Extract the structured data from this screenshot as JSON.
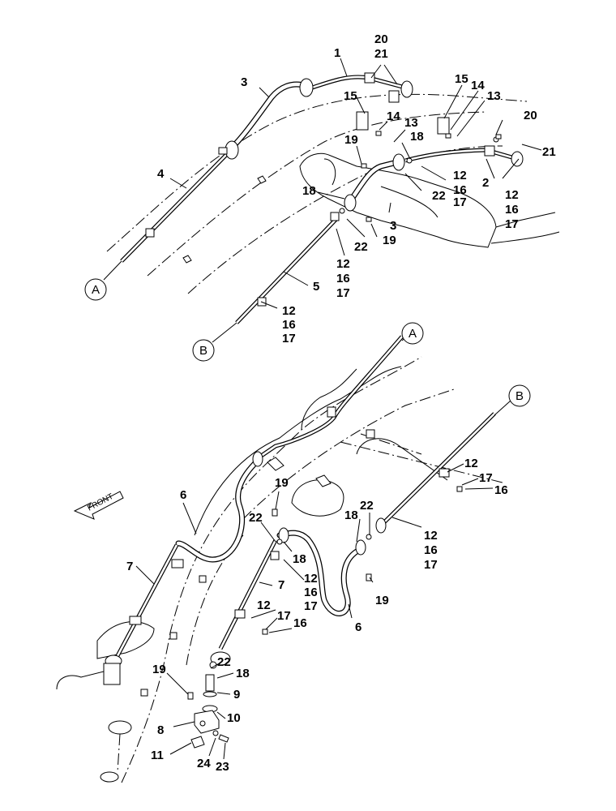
{
  "front_label": "FRONT",
  "connectors": [
    "A",
    "B",
    "A",
    "B"
  ],
  "callouts": {
    "c1": "1",
    "c2": "2",
    "c3a": "3",
    "c3b": "3",
    "c4": "4",
    "c5": "5",
    "c6a": "6",
    "c6b": "6",
    "c7a": "7",
    "c7b": "7",
    "c8": "8",
    "c9": "9",
    "c10": "10",
    "c11": "11",
    "c12a": "12",
    "c16a": "16",
    "c17a": "17",
    "c12b": "12",
    "c16b": "16",
    "c17b": "17",
    "c12c": "12",
    "c16c": "16",
    "c17c": "17",
    "c12d": "12",
    "c16d": "16",
    "c17d": "17",
    "c12e": "12",
    "c17e": "17",
    "c16e": "16",
    "c12f": "12",
    "c16f": "16",
    "c17f": "17",
    "c12g": "12",
    "c16g": "16",
    "c17g": "17",
    "c12h": "12",
    "c17h": "17",
    "c16h": "16",
    "c13a": "13",
    "c13b": "13",
    "c14a": "14",
    "c14b": "14",
    "c15a": "15",
    "c15b": "15",
    "c18a": "18",
    "c18b": "18",
    "c18c": "18",
    "c18d": "18",
    "c18e": "18",
    "c19a": "19",
    "c19b": "19",
    "c19c": "19",
    "c19d": "19",
    "c19e": "19",
    "c20a": "20",
    "c21a": "21",
    "c20b": "20",
    "c21b": "21",
    "c22a": "22",
    "c22b": "22",
    "c22c": "22",
    "c22d": "22",
    "c22e": "22",
    "c23": "23",
    "c24": "24"
  }
}
